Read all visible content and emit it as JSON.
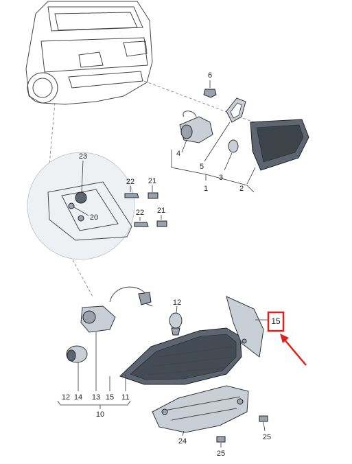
{
  "callouts": {
    "c1": "1",
    "c2": "2",
    "c3": "3",
    "c4": "4",
    "c5": "5",
    "c6": "6",
    "c10": "10",
    "c11": "11",
    "c12a": "12",
    "c12b": "12",
    "c13": "13",
    "c14": "14",
    "c15": "15",
    "c15b": "15",
    "c20": "20",
    "c21a": "21",
    "c21b": "21",
    "c22a": "22",
    "c22b": "22",
    "c23": "23",
    "c24": "24",
    "c25a": "25",
    "c25b": "25"
  },
  "highlight": {
    "box_color": "#e0201b",
    "arrow_color": "#e0201b"
  },
  "colors": {
    "line": "#333333",
    "part_fill": "#c9cfd6",
    "dark_fill": "#5d6670",
    "background": "#ffffff"
  }
}
